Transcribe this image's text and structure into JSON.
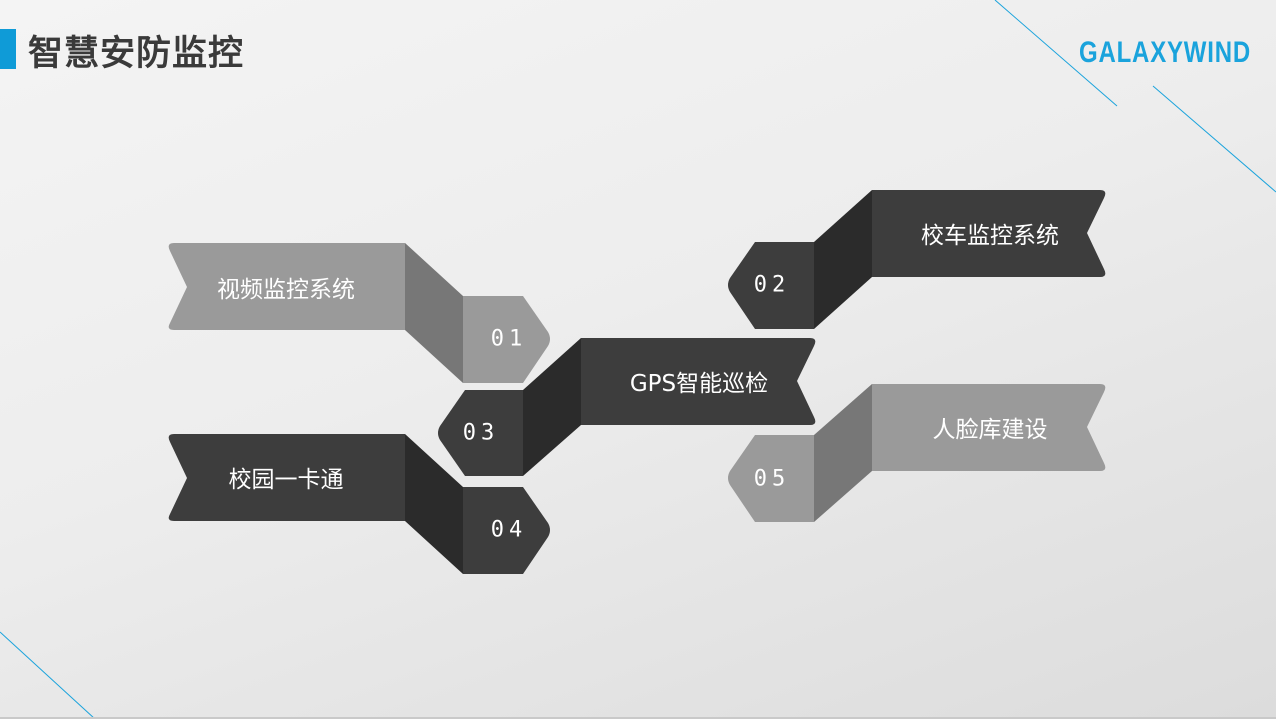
{
  "header": {
    "title": "智慧安防监控",
    "logo": "GALAXYWIND"
  },
  "colors": {
    "accent": "#0f9bd7",
    "light_band": "#9a9a9a",
    "light_fold": "#777777",
    "dark_band": "#3d3d3d",
    "dark_fold": "#2b2b2b"
  },
  "items": [
    {
      "number": "01",
      "label": "视频监控系统",
      "tone": "light"
    },
    {
      "number": "02",
      "label": "校车监控系统",
      "tone": "dark"
    },
    {
      "number": "03",
      "label": "GPS智能巡检",
      "tone": "dark"
    },
    {
      "number": "04",
      "label": "校园一卡通",
      "tone": "dark"
    },
    {
      "number": "05",
      "label": "人脸库建设",
      "tone": "light"
    }
  ]
}
